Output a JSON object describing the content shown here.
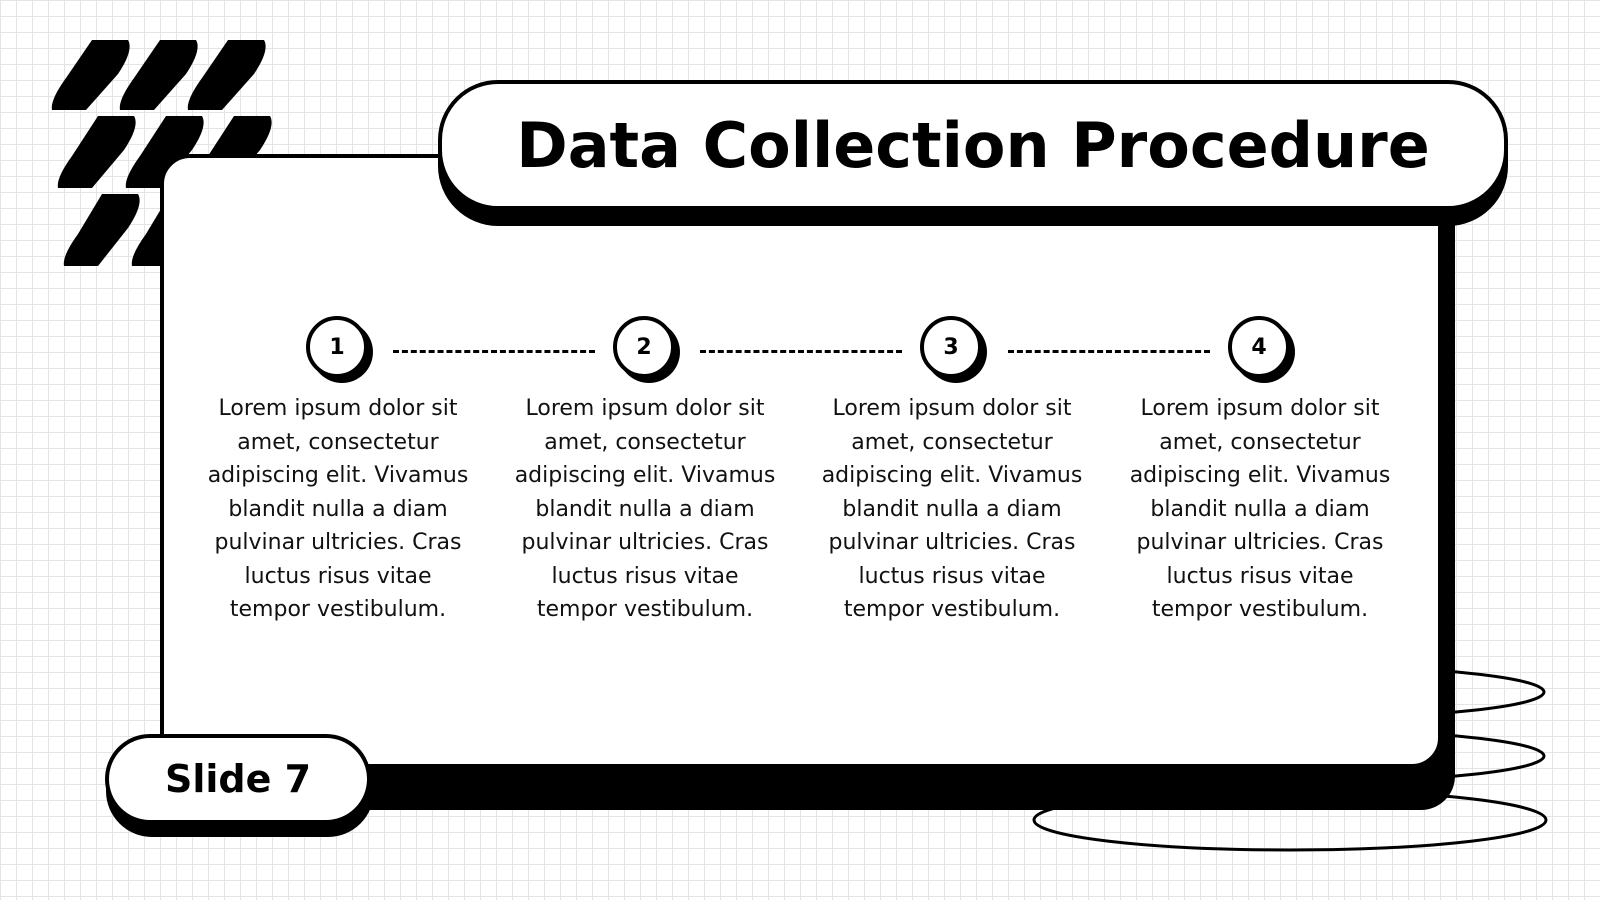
{
  "slide": {
    "title": "Data Collection Procedure",
    "slide_label": "Slide 7"
  },
  "steps": [
    {
      "number": "1",
      "text": "Lorem ipsum dolor sit amet, consectetur adipiscing elit. Vivamus blandit nulla a diam pulvinar ultricies. Cras luctus risus vitae tempor vestibulum."
    },
    {
      "number": "2",
      "text": "Lorem ipsum dolor sit amet, consectetur adipiscing elit. Vivamus blandit nulla a diam pulvinar ultricies. Cras luctus risus vitae tempor vestibulum."
    },
    {
      "number": "3",
      "text": "Lorem ipsum dolor sit amet, consectetur adipiscing elit. Vivamus blandit nulla a diam pulvinar ultricies. Cras luctus risus vitae tempor vestibulum."
    },
    {
      "number": "4",
      "text": "Lorem ipsum dolor sit amet, consectetur adipiscing elit. Vivamus blandit nulla a diam pulvinar ultricies. Cras luctus risus vitae tempor vestibulum."
    }
  ],
  "colors": {
    "ink": "#000000",
    "paper": "#ffffff",
    "grid": "#e4e4e4"
  }
}
